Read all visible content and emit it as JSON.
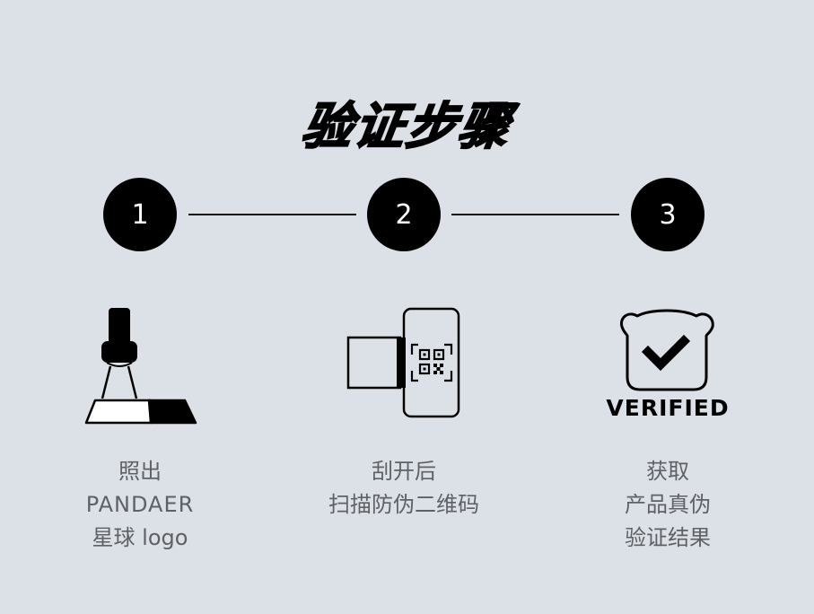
{
  "title": "验证步骤",
  "colors": {
    "background": "#dce0e7",
    "circle": "#000000",
    "circle_text": "#ffffff",
    "caption_text": "#5f6165"
  },
  "steps": [
    {
      "number": "1",
      "icon": "uv-light-icon",
      "caption_lines": [
        "照出",
        "PANDAER",
        "星球 logo"
      ]
    },
    {
      "number": "2",
      "icon": "scratch-qr-code-icon",
      "caption_lines": [
        "刮开后",
        "扫描防伪二维码"
      ]
    },
    {
      "number": "3",
      "icon": "verified-bear-check-icon",
      "icon_label": "VERIFIED",
      "caption_lines": [
        "获取",
        "产品真伪",
        "验证结果"
      ]
    }
  ]
}
